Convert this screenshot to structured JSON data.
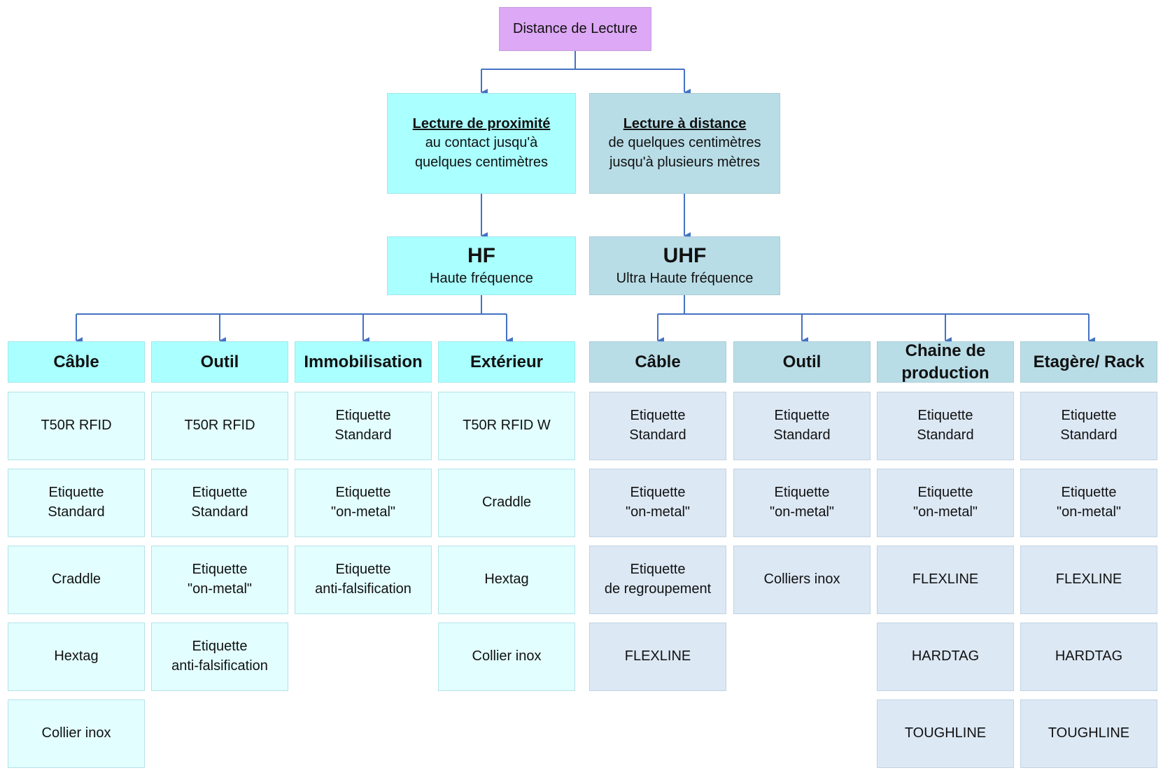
{
  "root": "Distance de Lecture",
  "hf": {
    "range_title": "Lecture de proximité",
    "range_desc": [
      "au contact jusqu'à",
      "quelques centimètres"
    ],
    "band": "HF",
    "band_desc": "Haute fréquence",
    "categories": [
      {
        "title": [
          "Câble"
        ],
        "items": [
          [
            "T50R RFID"
          ],
          [
            "Etiquette",
            "Standard"
          ],
          [
            "Craddle"
          ],
          [
            "Hextag"
          ],
          [
            "Collier inox"
          ]
        ]
      },
      {
        "title": [
          "Outil"
        ],
        "items": [
          [
            "T50R RFID"
          ],
          [
            "Etiquette",
            "Standard"
          ],
          [
            "Etiquette",
            "\"on-metal\""
          ],
          [
            "Etiquette",
            "anti-falsification"
          ]
        ]
      },
      {
        "title": [
          "Immobilisation"
        ],
        "items": [
          [
            "Etiquette",
            "Standard"
          ],
          [
            "Etiquette",
            "\"on-metal\""
          ],
          [
            "Etiquette",
            "anti-falsification"
          ]
        ]
      },
      {
        "title": [
          "Extérieur"
        ],
        "items": [
          [
            "T50R RFID W"
          ],
          [
            "Craddle"
          ],
          [
            "Hextag"
          ],
          [
            "Collier inox"
          ]
        ]
      }
    ]
  },
  "uhf": {
    "range_title": "Lecture à distance",
    "range_desc": [
      "de quelques centimètres",
      "jusqu'à plusieurs mètres"
    ],
    "band": "UHF",
    "band_desc": "Ultra Haute fréquence",
    "categories": [
      {
        "title": [
          "Câble"
        ],
        "items": [
          [
            "Etiquette",
            "Standard"
          ],
          [
            "Etiquette",
            "\"on-metal\""
          ],
          [
            "Etiquette",
            "de regroupement"
          ],
          [
            "FLEXLINE"
          ]
        ]
      },
      {
        "title": [
          "Outil"
        ],
        "items": [
          [
            "Etiquette",
            "Standard"
          ],
          [
            "Etiquette",
            "\"on-metal\""
          ],
          [
            "Colliers inox"
          ]
        ]
      },
      {
        "title": [
          "Chaine de",
          "production"
        ],
        "items": [
          [
            "Etiquette",
            "Standard"
          ],
          [
            "Etiquette",
            "\"on-metal\""
          ],
          [
            "FLEXLINE"
          ],
          [
            "HARDTAG"
          ],
          [
            "TOUGHLINE"
          ]
        ]
      },
      {
        "title": [
          "Etagère/ Rack"
        ],
        "items": [
          [
            "Etiquette",
            "Standard"
          ],
          [
            "Etiquette",
            "\"on-metal\""
          ],
          [
            "FLEXLINE"
          ],
          [
            "HARDTAG"
          ],
          [
            "TOUGHLINE"
          ]
        ]
      }
    ]
  },
  "colors": {
    "connector": "#4472c4",
    "root_fill": "#dda8f5",
    "hf_fill": "#aaffff",
    "uhf_fill": "#b9dde7",
    "hf_item_fill": "#e2feff",
    "uhf_item_fill": "#dce8f4"
  }
}
